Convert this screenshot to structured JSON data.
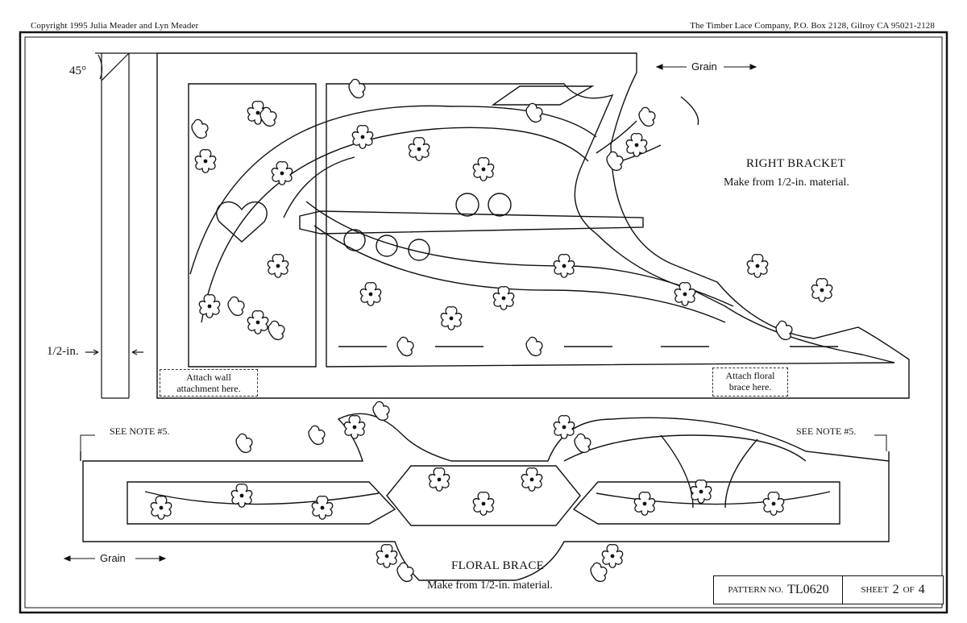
{
  "header": {
    "copyright": "Copyright 1995 Julia Meader and Lyn Meader",
    "company": "The Timber Lace Company,  P.O. Box 2128,  Gilroy CA  95021-2128"
  },
  "side_profile": {
    "angle_label": "45°",
    "thickness_label": "1/2-in."
  },
  "right_bracket": {
    "grain_label": "Grain",
    "title": "RIGHT BRACKET",
    "material": "Make from 1/2-in. material.",
    "wall_note": "Attach wall attachment here.",
    "brace_note": "Attach floral brace here."
  },
  "floral_brace": {
    "note_left": "SEE NOTE #5.",
    "note_right": "SEE NOTE #5.",
    "grain_label": "Grain",
    "title": "FLORAL BRACE",
    "material": "Make from 1/2-in. material."
  },
  "title_block": {
    "pattern_label": "PATTERN NO.",
    "pattern_no": "TL0620",
    "sheet_label": "SHEET",
    "sheet_no": "2",
    "of_label": "OF",
    "sheet_total": "4"
  }
}
